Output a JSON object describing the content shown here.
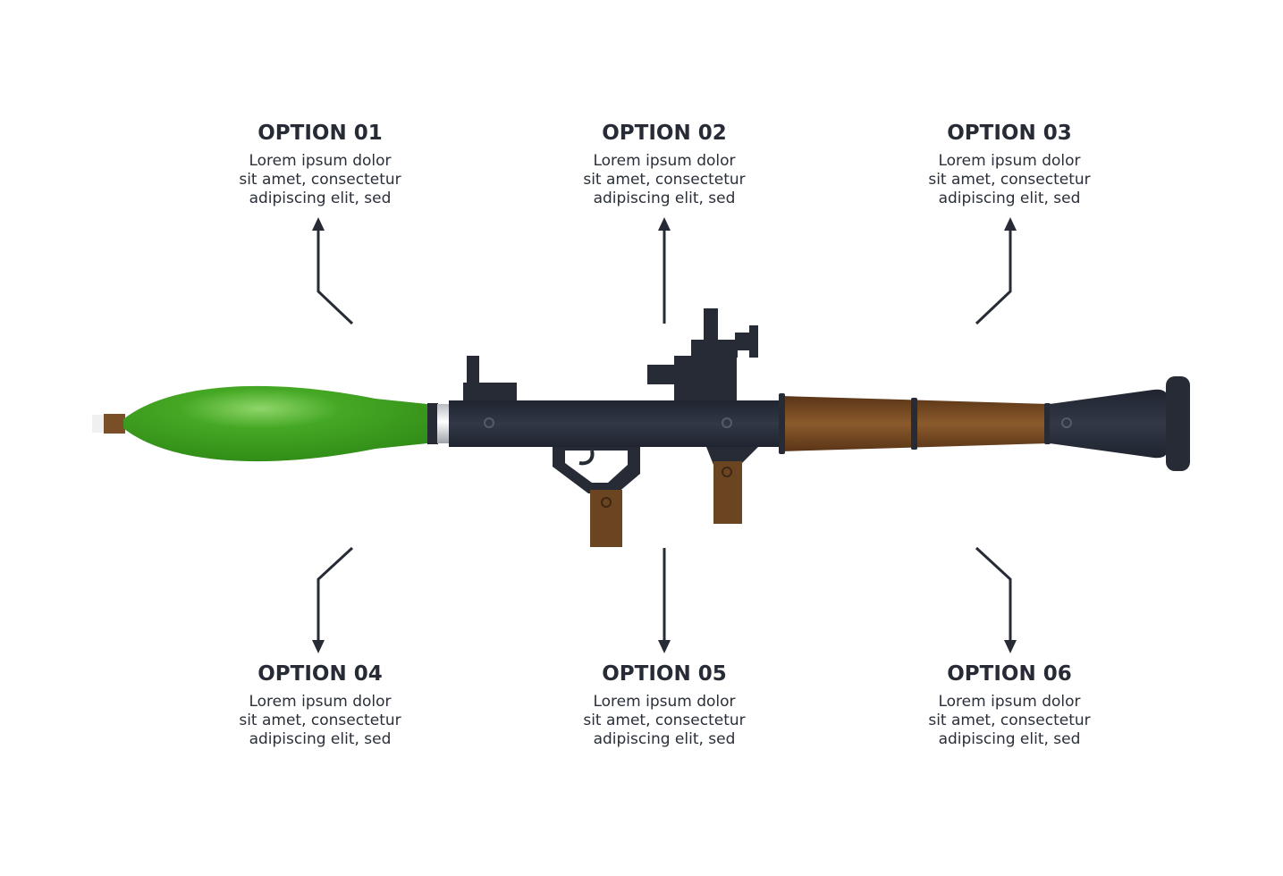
{
  "options": [
    {
      "title": "OPTION 01",
      "lines": [
        "Lorem ipsum dolor",
        "sit amet, consectetur",
        "adipiscing elit, sed"
      ]
    },
    {
      "title": "OPTION 02",
      "lines": [
        "Lorem ipsum dolor",
        "sit amet, consectetur",
        "adipiscing elit, sed"
      ]
    },
    {
      "title": "OPTION 03",
      "lines": [
        "Lorem ipsum dolor",
        "sit amet, consectetur",
        "adipiscing elit, sed"
      ]
    },
    {
      "title": "OPTION 04",
      "lines": [
        "Lorem ipsum dolor",
        "sit amet, consectetur",
        "adipiscing elit, sed"
      ]
    },
    {
      "title": "OPTION 05",
      "lines": [
        "Lorem ipsum dolor",
        "sit amet, consectetur",
        "adipiscing elit, sed"
      ]
    },
    {
      "title": "OPTION 06",
      "lines": [
        "Lorem ipsum dolor",
        "sit amet, consectetur",
        "adipiscing elit, sed"
      ]
    }
  ],
  "colors": {
    "text": "#262b36",
    "connector": "#262b36",
    "barrel": "#262b36",
    "wood": "#6b4422",
    "warhead": "#3fa11f"
  },
  "icons": {
    "illustration": "rocket-launcher-icon",
    "connector_head": "arrowhead-icon"
  }
}
